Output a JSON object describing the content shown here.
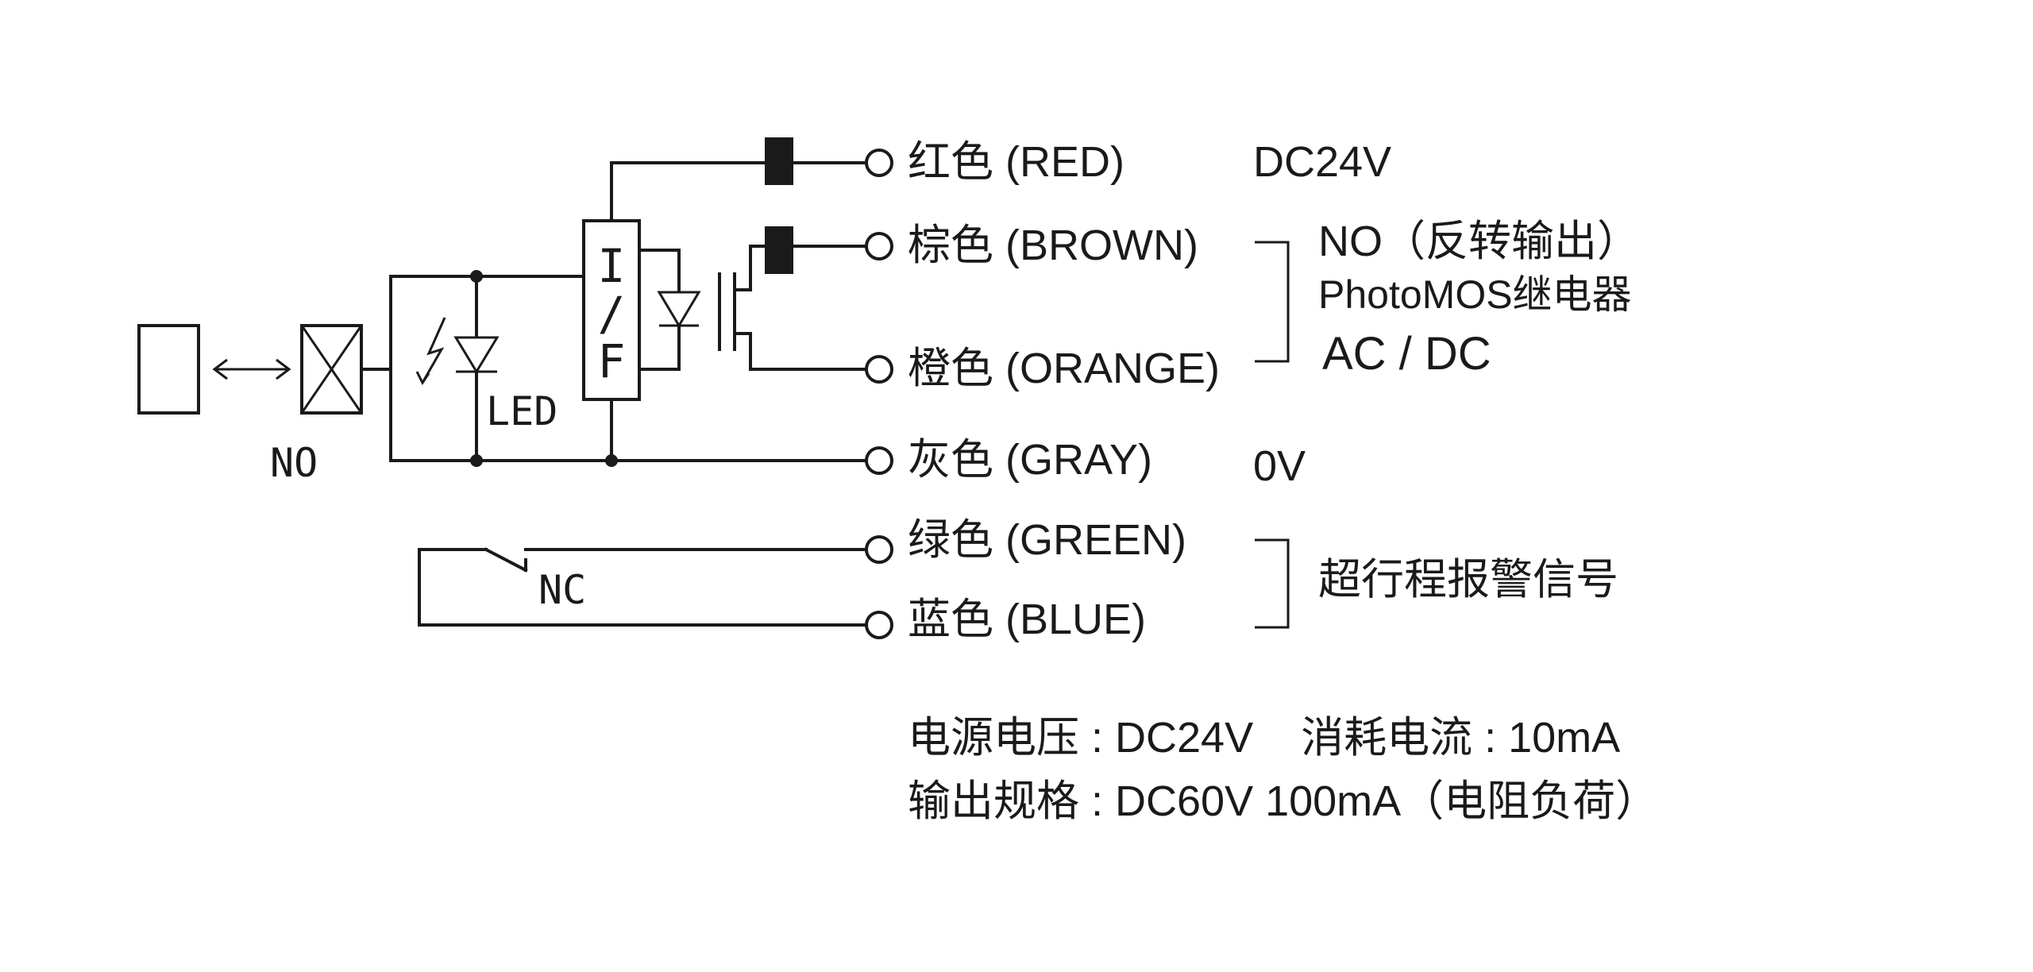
{
  "symbols": {
    "no_label": "NO",
    "led_label": "LED",
    "nc_label": "NC",
    "if_block": [
      "I",
      "/",
      "F"
    ]
  },
  "wires": [
    {
      "name": "red",
      "label": "红色 (RED)"
    },
    {
      "name": "brown",
      "label": "棕色 (BROWN)"
    },
    {
      "name": "orange",
      "label": "橙色 (ORANGE)"
    },
    {
      "name": "gray",
      "label": "灰色 (GRAY)"
    },
    {
      "name": "green",
      "label": "绿色 (GREEN)"
    },
    {
      "name": "blue",
      "label": "蓝色 (BLUE)"
    }
  ],
  "annotations": {
    "dc24v": "DC24V",
    "output_type": "NO（反转输出）",
    "relay": "PhotoMOS继电器",
    "acdc": "AC / DC",
    "zero_v": "0V",
    "alarm": "超行程报警信号"
  },
  "specs": {
    "line1": "电源电压 : DC24V    消耗电流 : 10mA",
    "line2": "输出规格 : DC60V 100mA（电阻负荷）"
  },
  "colors": {
    "line": "#1a1a1a",
    "background": "#ffffff"
  }
}
